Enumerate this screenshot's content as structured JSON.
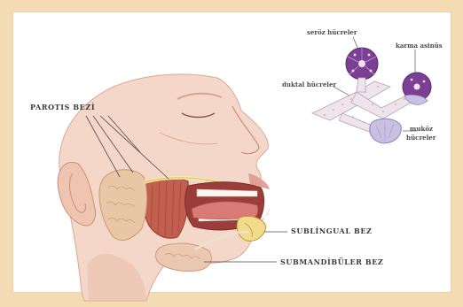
{
  "labels": {
    "parotis": "PAROTIS BEZİ",
    "sublingual": "SUBLİNGUAL BEZ",
    "submandibular": "SUBMANDİBÜLER BEZ",
    "seroz": "seröz hücreler",
    "karma_line1": "karma asinüs",
    "duktal": "duktal hücreler",
    "mukoz_line1": "muköz",
    "mukoz_line2": "hücreler"
  },
  "colors": {
    "frame": "#f3dcb4",
    "panel": "#ffffff",
    "skin": "#f4d7c9",
    "skin_shadow": "#e8b9a6",
    "muscle": "#c2604f",
    "gland": "#e9c7a6",
    "seroz_cell": "#7b3f93",
    "mukoz_cell": "#c9c0e3",
    "duct": "#f0e4ec"
  }
}
